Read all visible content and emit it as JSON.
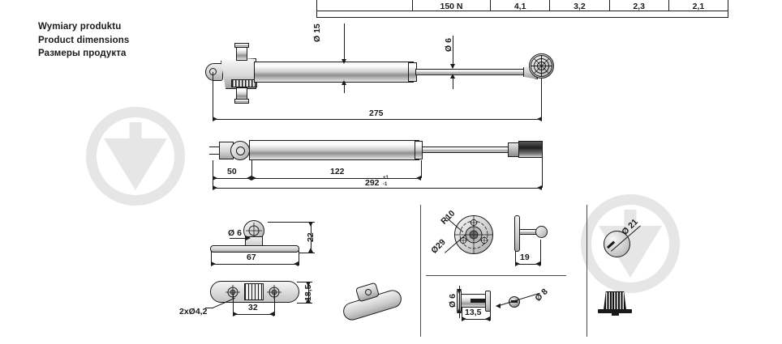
{
  "document": {
    "type": "technical-product-dimension-drawing",
    "headings": [
      "Wymiary produktu",
      "Product dimensions",
      "Размеры продукта"
    ]
  },
  "top_table": {
    "note": "table is cropped at the top edge of the screenshot; only the last row of values is visible",
    "cells": [
      "",
      "150 N",
      "4,1",
      "3,2",
      "2,3",
      "2,1"
    ]
  },
  "views": {
    "view1": {
      "name": "gas-strut-extended-side-view",
      "labels": {
        "cylinder_diameter": "Ø 15",
        "rod_diameter": "Ø 6",
        "overall_length": "275"
      }
    },
    "view2": {
      "name": "gas-strut-with-end-fittings-side-view",
      "labels": {
        "bracket_length": "50",
        "cylinder_length": "122",
        "total_length": "292",
        "tolerance_plus": "+1",
        "tolerance_minus": "-1"
      }
    },
    "view3": {
      "name": "bracket-side-elevation",
      "labels": {
        "pin_diameter": "Ø 6",
        "height": "22",
        "length": "67"
      }
    },
    "view4": {
      "name": "bracket-plan-view",
      "labels": {
        "holes": "2xØ4,2",
        "width": "18,5",
        "hole_spacing": "32"
      }
    },
    "view5": {
      "name": "round-flange-plate-detail",
      "labels": {
        "corner_radius": "R10",
        "plate_diameter": "Ø29",
        "thickness": "19"
      }
    },
    "view6": {
      "name": "ball-stud-detail",
      "labels": {
        "stud_diameter": "Ø 6",
        "stud_length": "13,5",
        "ball_diameter": "Ø 8"
      }
    },
    "view7": {
      "name": "round-cap-detail",
      "labels": {
        "cap_diameter": "Ø 21"
      }
    },
    "view8": {
      "name": "expansion-plug-detail",
      "labels": {}
    }
  },
  "watermarks": {
    "count": 2,
    "color": "#e6e6e6",
    "shape": "circle-with-downward-triangle"
  },
  "colors": {
    "ink": "#1a1a1a",
    "paper": "#ffffff",
    "metal_light": "#f4f4f4",
    "metal_dark": "#8f8f8f",
    "watermark": "#e6e6e6"
  }
}
